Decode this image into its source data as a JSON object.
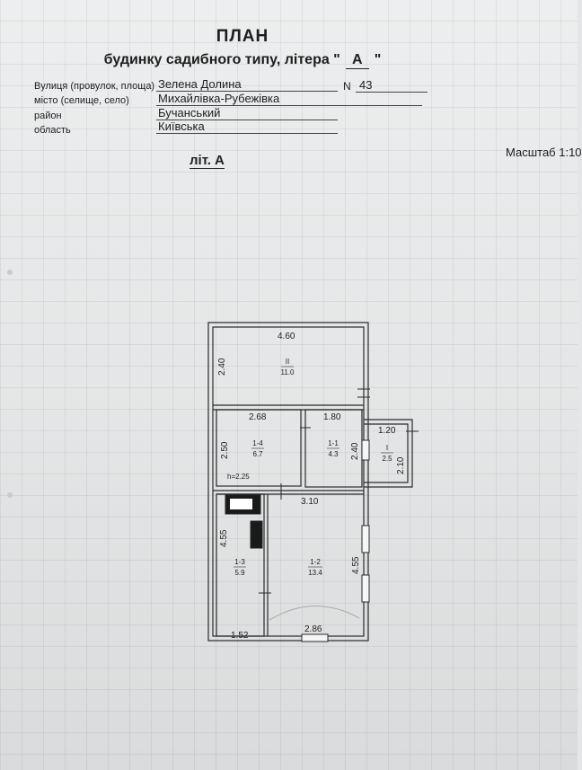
{
  "header": {
    "title": "ПЛАН",
    "subtitle_prefix": "будинку садибного типу, літера \"",
    "liter": "А",
    "subtitle_suffix": "\""
  },
  "address": {
    "street_label": "Вулиця (провулок, площа)",
    "street_value": "Зелена Долина",
    "number_label": "N",
    "number_value": "43",
    "city_label": "місто (селище, село)",
    "city_value": "Михайлівка-Рубежівка",
    "district_label": "район",
    "district_value": "Бучанський",
    "region_label": "область",
    "region_value": "Київська"
  },
  "plan": {
    "liter_label": "літ. А",
    "scale_label": "Масштаб 1:10",
    "dims": {
      "top_width": "4.60",
      "top_height": "2.40",
      "r14_width": "2.68",
      "r14_height": "2.50",
      "r11_width": "1.80",
      "r11_height": "2.40",
      "porch_width": "1.20",
      "porch_height": "2.10",
      "mid_width": "3.10",
      "left_height": "4.55",
      "right_height": "4.55",
      "bottom_left": "1.52",
      "bottom_right": "2.86",
      "ceiling": "h=2.25"
    },
    "rooms": [
      {
        "id": "II",
        "area": "11.0"
      },
      {
        "id": "1-4",
        "area": "6.7"
      },
      {
        "id": "1-1",
        "area": "4.3"
      },
      {
        "id": "I",
        "area": "2.5"
      },
      {
        "id": "1-3",
        "area": "5.9"
      },
      {
        "id": "1-2",
        "area": "13.4"
      }
    ]
  }
}
